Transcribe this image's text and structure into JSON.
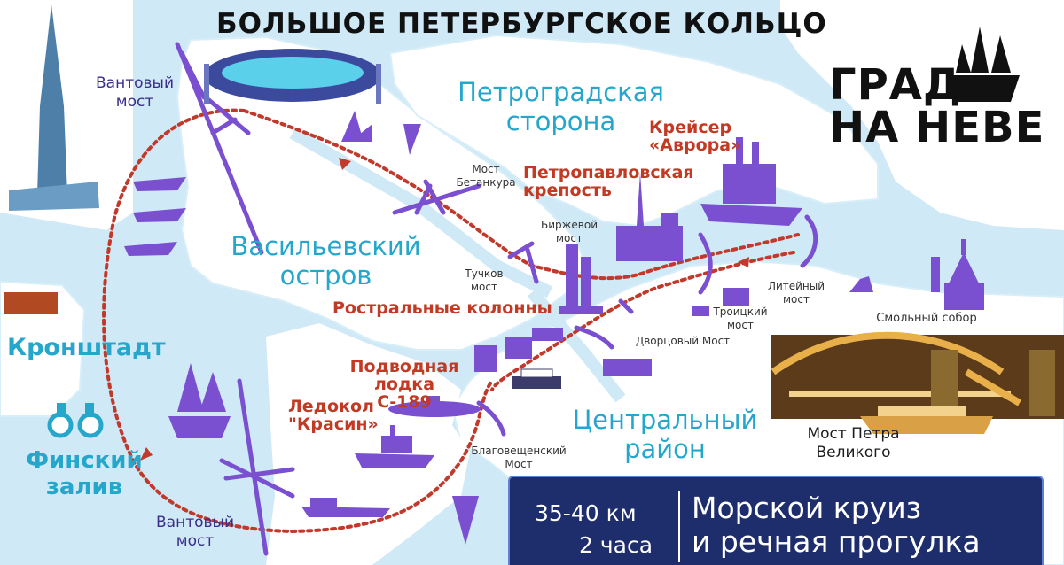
{
  "title": "БОЛЬШОЕ ПЕТЕРБУРГСКОЕ КОЛЬЦО",
  "logo": {
    "line1": "ГРАД",
    "line2": "НА НЕВЕ"
  },
  "districts": {
    "petrogradskaya": "Петроградская сторона",
    "vasilyevsky": "Васильевский остров",
    "central": "Центральный район",
    "kronstadt": "Кронштадт",
    "gulf": "Финский залив"
  },
  "bridges": {
    "vantovy_top": "Вантовый мост",
    "vantovy_bottom": "Вантовый мост",
    "betancourt": "Мост Бетанкура",
    "birzhevoy": "Биржевой мост",
    "tuchkov": "Тучков мост",
    "troitsky": "Троицкий мост",
    "dvortsovy": "Дворцовый Мост",
    "liteyny": "Литейный мост",
    "blagoveshchensky": "Благовещенский Мост",
    "petra_velikogo": "Мост Петра Великого"
  },
  "landmarks": {
    "aurora": "Крейсер «Аврора»",
    "fortress": "Петропавловская крепость",
    "columns": "Ростральные колонны",
    "submarine": "Подводная лодка С-189",
    "icebreaker": "Ледокол \"Красин»",
    "smolny": "Смольный собор"
  },
  "route_info": {
    "distance": "35-40 км",
    "duration": "2 часа",
    "description_line1": "Морской круиз",
    "description_line2": "и речная прогулка"
  },
  "colors": {
    "water": "#cfe9f6",
    "land": "#ffffff",
    "route": "#c0392b",
    "icon_purple": "#7a4fd0",
    "district_blue": "#25a7cc",
    "landmark_red": "#c23a24",
    "info_bg": "#1e2d6b"
  }
}
